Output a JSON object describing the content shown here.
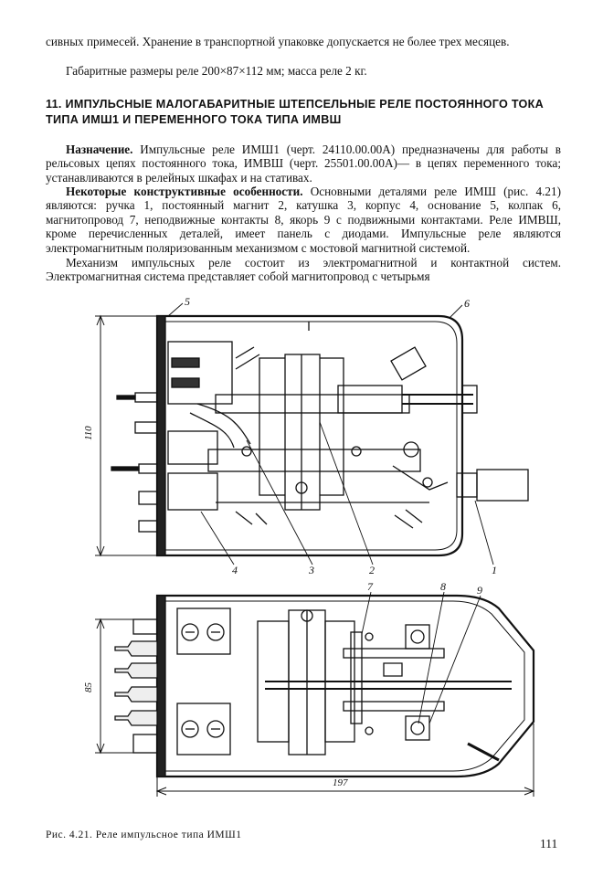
{
  "top_text": {
    "line1": "сивных примесей. Хранение в транспортной упаковке допускается не более трех месяцев.",
    "line2": "Габаритные размеры реле 200×87×112 мм; масса реле 2 кг."
  },
  "section": {
    "heading": "11. ИМПУЛЬСНЫЕ МАЛОГАБАРИТНЫЕ ШТЕПСЕЛЬНЫЕ РЕЛЕ ПОСТОЯННОГО ТОКА ТИПА ИМШ1 И ПЕРЕМЕННОГО ТОКА ТИПА ИМВШ",
    "purpose_label": "Назначение.",
    "purpose_text": " Импульсные реле ИМШ1 (черт. 24110.00.00А) предназначены для работы в рельсовых цепях постоянного тока, ИМВШ (черт. 25501.00.00А)— в цепях переменного тока; устанавливаются в релейных шкафах и на стативах.",
    "features_label": "Некоторые конструктивные особенности.",
    "features_text": " Основными деталями реле ИМШ (рис. 4.21) являются: ручка 1, постоянный магнит 2, катушка 3, корпус 4, основание 5, колпак 6, магнитопровод 7, неподвижные контакты 8, якорь 9 с подвижными контактами. Реле ИМВШ, кроме перечисленных деталей, имеет панель с диодами. Импульсные реле являются электромагнитным поляризованным механизмом с мостовой магнитной системой.",
    "mechanism_text": "Механизм импульсных реле состоит из электромагнитной и контактной систем. Электромагнитная система представляет собой магнитопровод с четырьмя"
  },
  "figure": {
    "callouts": [
      "1",
      "2",
      "3",
      "4",
      "5",
      "6",
      "7",
      "8",
      "9"
    ],
    "dim_height_top": "110",
    "dim_height_bottom": "85",
    "dim_length": "197"
  },
  "caption": "Рис. 4.21. Реле импульсное типа ИМШ1",
  "page_number": "111"
}
